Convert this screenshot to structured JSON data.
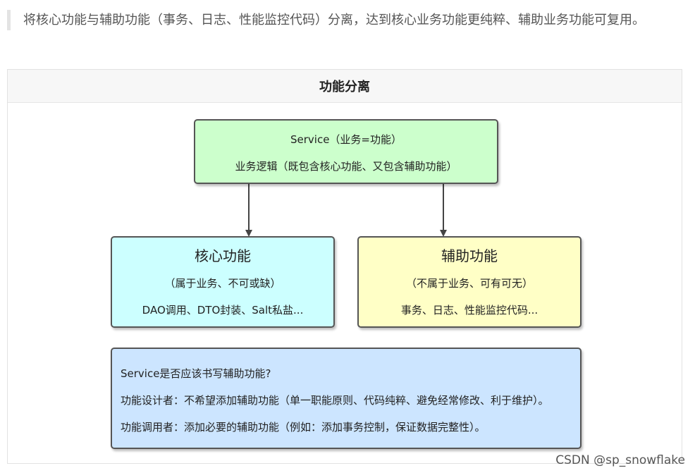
{
  "intro": "将核心功能与辅助功能（事务、日志、性能监控代码）分离，达到核心业务功能更纯粹、辅助业务功能可复用。",
  "figure": {
    "title": "功能分离",
    "service": {
      "line1": "Service（业务=功能）",
      "line2": "业务逻辑（既包含核心功能、又包含辅助功能）"
    },
    "core": {
      "title": "核心功能",
      "subtitle": "（属于业务、不可或缺）",
      "detail": "DAO调用、DTO封装、Salt私盐..."
    },
    "aux": {
      "title": "辅助功能",
      "subtitle": "（不属于业务、可有可无）",
      "detail": "事务、日志、性能监控代码..."
    },
    "note": {
      "question": "Service是否应该书写辅助功能?",
      "designer": "功能设计者：不希望添加辅助功能（单一职能原则、代码纯粹、避免经常修改、利于维护）。",
      "caller": "功能调用者：添加必要的辅助功能（例如：添加事务控制，保证数据完整性）。"
    }
  },
  "watermark": "CSDN @sp_snowflake"
}
